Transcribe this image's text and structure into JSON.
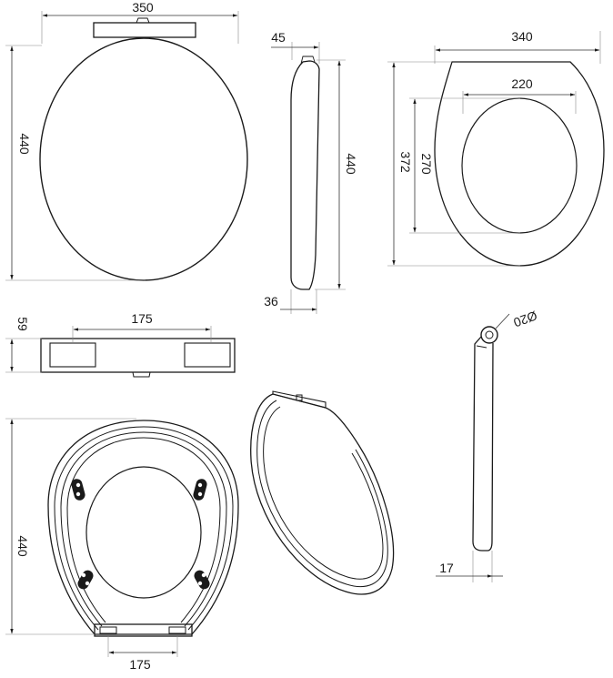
{
  "dimensions": {
    "lid_width": "350",
    "lid_height": "440",
    "side_top_thickness": "45",
    "side_height": "440",
    "side_bottom_thickness": "36",
    "ring_outer_width": "340",
    "ring_inner_width": "220",
    "ring_inner_height": "270",
    "ring_outer_height": "372",
    "hinge_height": "59",
    "hinge_width": "175",
    "hinge_diameter": "Ø20",
    "hinge_side_thickness": "17",
    "bottom_height": "440",
    "bottom_hinge_width": "175"
  },
  "colors": {
    "line": "#1a1a1a",
    "dimension": "#333333"
  }
}
